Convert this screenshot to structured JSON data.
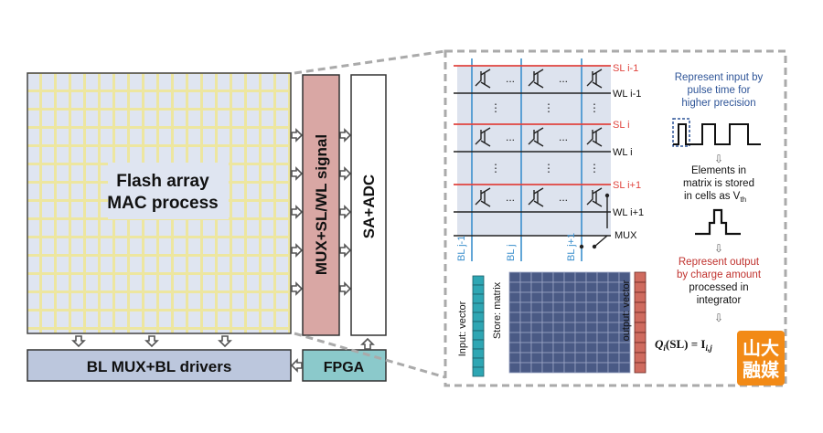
{
  "left": {
    "flash_array_line1": "Flash array",
    "flash_array_line2": "MAC process",
    "mux_signal": "MUX+SL/WL signal",
    "sa_adc": "SA+ADC",
    "bl_mux": "BL MUX+BL drivers",
    "fpga": "FPGA"
  },
  "circuit": {
    "sl_labels": [
      "SL i-1",
      "SL i",
      "SL i+1"
    ],
    "wl_labels": [
      "WL i-1",
      "WL i",
      "WL i+1"
    ],
    "bl_labels": [
      "BL j-1",
      "BL j",
      "BL j+1"
    ],
    "mux_label": "MUX",
    "ellipsis": "..."
  },
  "matrix": {
    "input_label": "Input: vector",
    "store_label": "Store: matrix",
    "output_label": "output: vector"
  },
  "notes": {
    "input_lines": [
      "Represent input by",
      "pulse time for",
      "higher precision"
    ],
    "elements_lines": [
      "Elements in",
      "matrix is stored",
      "in cells as V"
    ],
    "elements_subscript": "th",
    "output_lines": [
      "Represent output",
      "by charge amount",
      "processed in",
      "integrator"
    ],
    "formula_left": "Q",
    "formula_left_sub": "i",
    "formula_mid": "(SL) = I",
    "formula_right_sub": "i,j"
  },
  "watermark": {
    "line1": "山大",
    "line2": "融媒"
  },
  "colors": {
    "grid_bg": "#dfe5f1",
    "grid_lines": "#ede6a0",
    "mux_fill": "#d9a7a4",
    "bl_fill": "#bcc7dd",
    "fpga_fill": "#8bc9cb",
    "sl_red": "#e0453f",
    "bl_blue": "#3b8fcd",
    "note_blue": "#2f5598",
    "note_red": "#c0322e",
    "vector_teal": "#2ea6b3",
    "output_red": "#cf6b5f",
    "matrix_fill": "#4a5a85",
    "watermark_orange": "#f28a16"
  }
}
